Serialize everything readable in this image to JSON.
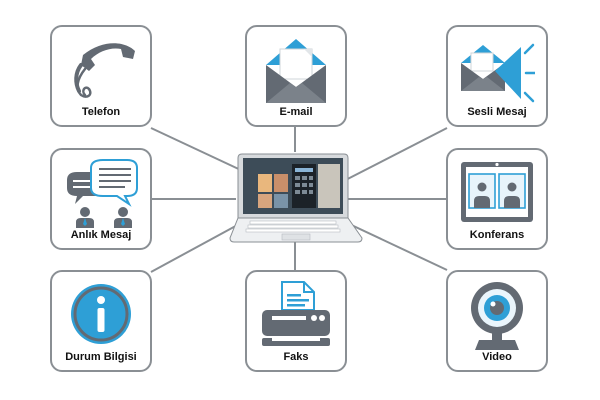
{
  "colors": {
    "accent": "#2e9fd6",
    "icon_gray": "#636a73",
    "border": "#8a8f94",
    "line": "#8a8f94"
  },
  "nodes": {
    "telefon": {
      "label": "Telefon",
      "icon": "phone-icon"
    },
    "email": {
      "label": "E-mail",
      "icon": "envelope-icon"
    },
    "sesli": {
      "label": "Sesli Mesaj",
      "icon": "voicemail-icon"
    },
    "anlik": {
      "label": "Anlık Mesaj",
      "icon": "chat-bubbles-icon"
    },
    "konf": {
      "label": "Konferans",
      "icon": "video-conference-icon"
    },
    "durum": {
      "label": "Durum Bilgisi",
      "icon": "info-icon"
    },
    "faks": {
      "label": "Faks",
      "icon": "fax-icon"
    },
    "video": {
      "label": "Video",
      "icon": "webcam-icon"
    }
  },
  "center": {
    "icon": "laptop-icon"
  }
}
